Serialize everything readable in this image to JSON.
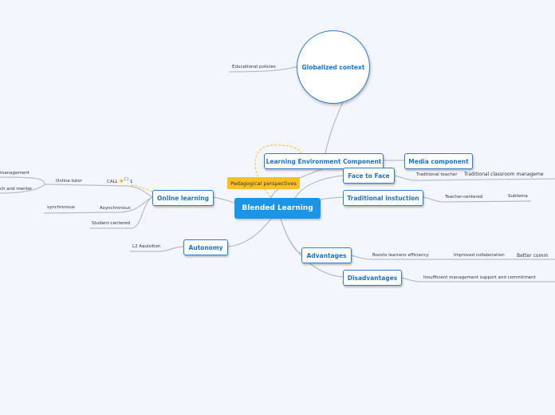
{
  "central": "Blended Learning",
  "globalized": "Globalized context",
  "educational_policies": "Educational policies",
  "pedagogical": "Pedagogical perspectives",
  "learning_env": "Learning Environment Component",
  "media": "Media component",
  "face": "Face to Face",
  "traditional_teacher": "Traditional teacher",
  "traditional_classroom": "Traditional classroom manageme",
  "traditional_instruction": "Traditional instuction",
  "teacher_centered": "Teacher-centered",
  "subtema": "Subtema",
  "advantages": "Advantages",
  "boosts": "Boosts learners efficiency",
  "improved": "Improved collaboration",
  "better": "Better comm",
  "disadvantages": "Disadvantages",
  "insufficient": "Insufficient management support and commitment",
  "online": "Online learning",
  "call": "CALL",
  "call_count": "1",
  "online_tutor": "Online tutor",
  "management": "management",
  "coach": "ch and mentor",
  "asynchronous": "Asynchronous",
  "synchronous": "synchronous",
  "student_centered": "Student-centered",
  "autonomy": "Autonomy",
  "l2": "L2 Aquisition",
  "colors": {
    "central": "#1b96e6",
    "border": "#2c7fd6",
    "pedagogical": "#fbbf24"
  }
}
